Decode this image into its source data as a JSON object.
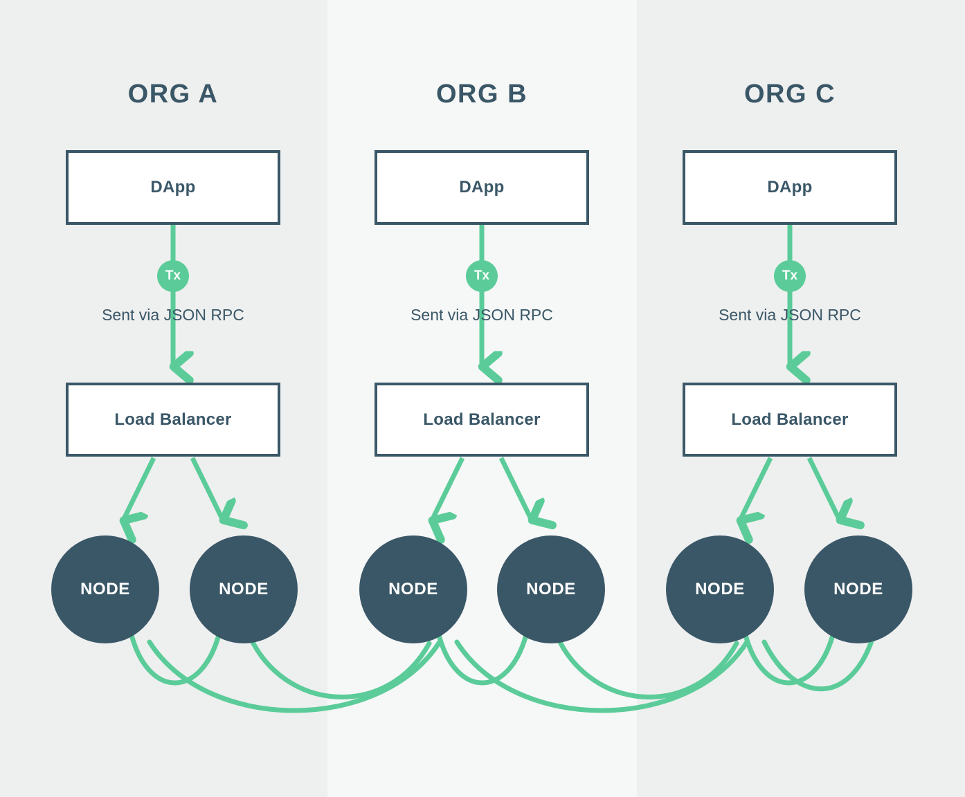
{
  "diagram": {
    "title_font_color": "#3a5767",
    "accent_green": "#5bcc99",
    "node_fill": "#3a5767",
    "band_light": "#f6f7f7",
    "band_dark": "#eeefef",
    "box_fill": "#ffffff"
  },
  "columns": [
    {
      "id": "org-a",
      "title": "ORG A",
      "dapp_label": "DApp",
      "tx_label": "Tx",
      "rpc_label": "Sent via JSON RPC",
      "load_balancer_label": "Load Balancer",
      "nodes": [
        {
          "label": "NODE"
        },
        {
          "label": "NODE"
        }
      ]
    },
    {
      "id": "org-b",
      "title": "ORG B",
      "dapp_label": "DApp",
      "tx_label": "Tx",
      "rpc_label": "Sent via JSON RPC",
      "load_balancer_label": "Load Balancer",
      "nodes": [
        {
          "label": "NODE"
        },
        {
          "label": "NODE"
        }
      ]
    },
    {
      "id": "org-c",
      "title": "ORG C",
      "dapp_label": "DApp",
      "tx_label": "Tx",
      "rpc_label": "Sent via JSON RPC",
      "load_balancer_label": "Load Balancer",
      "nodes": [
        {
          "label": "NODE"
        },
        {
          "label": "NODE"
        }
      ]
    }
  ]
}
